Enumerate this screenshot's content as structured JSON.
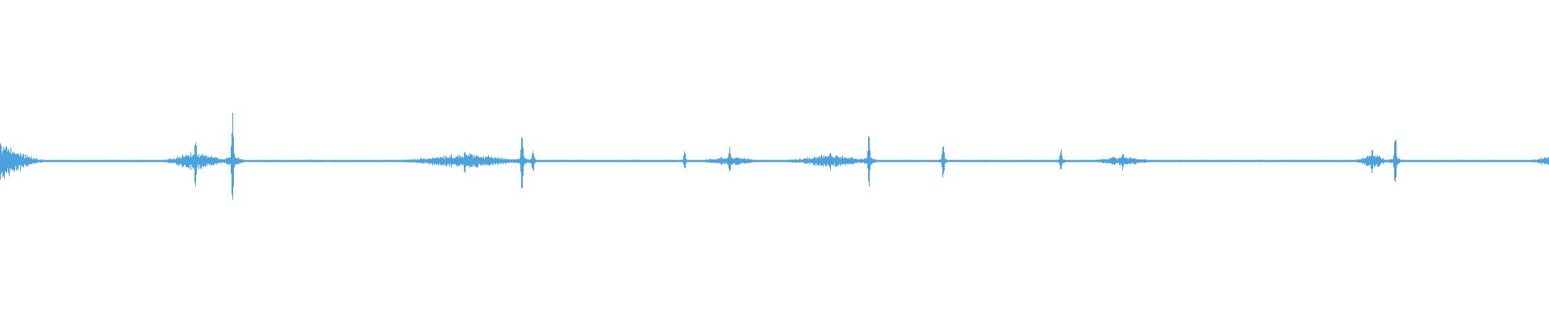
{
  "waveform": {
    "color": "#4aa3df",
    "background": "#ffffff",
    "baseline_level": 0.005,
    "bursts": [
      {
        "t": 0.0,
        "spread": 0.012,
        "amp": 0.12,
        "peak": 0.16
      },
      {
        "t": 0.126,
        "spread": 0.01,
        "amp": 0.06,
        "peak": 0.18
      },
      {
        "t": 0.15,
        "spread": 0.004,
        "amp": 0.04,
        "peak": 0.33
      },
      {
        "t": 0.3,
        "spread": 0.02,
        "amp": 0.05,
        "peak": 0.08
      },
      {
        "t": 0.337,
        "spread": 0.003,
        "amp": 0.03,
        "peak": 0.22
      },
      {
        "t": 0.344,
        "spread": 0.002,
        "amp": 0.02,
        "peak": 0.08
      },
      {
        "t": 0.442,
        "spread": 0.001,
        "amp": 0.02,
        "peak": 0.06
      },
      {
        "t": 0.471,
        "spread": 0.01,
        "amp": 0.03,
        "peak": 0.09
      },
      {
        "t": 0.536,
        "spread": 0.014,
        "amp": 0.04,
        "peak": 0.07
      },
      {
        "t": 0.561,
        "spread": 0.003,
        "amp": 0.03,
        "peak": 0.18
      },
      {
        "t": 0.609,
        "spread": 0.002,
        "amp": 0.02,
        "peak": 0.12
      },
      {
        "t": 0.685,
        "spread": 0.002,
        "amp": 0.02,
        "peak": 0.08
      },
      {
        "t": 0.725,
        "spread": 0.01,
        "amp": 0.03,
        "peak": 0.06
      },
      {
        "t": 0.886,
        "spread": 0.005,
        "amp": 0.05,
        "peak": 0.09
      },
      {
        "t": 0.901,
        "spread": 0.003,
        "amp": 0.03,
        "peak": 0.18
      },
      {
        "t": 1.0,
        "spread": 0.006,
        "amp": 0.03,
        "peak": 0.03
      }
    ]
  }
}
